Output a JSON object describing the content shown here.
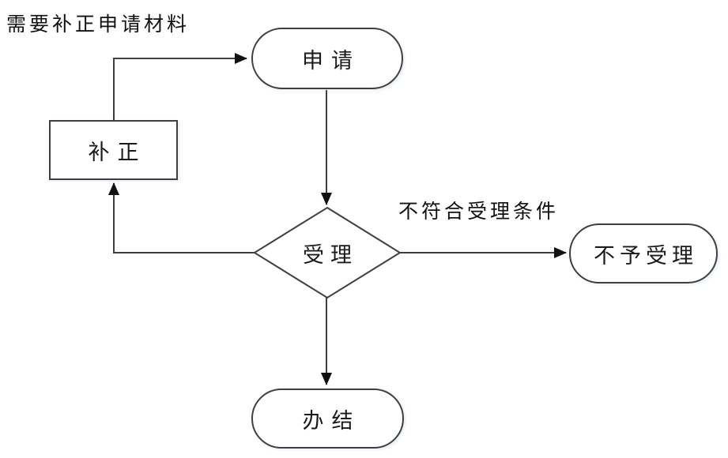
{
  "diagram": {
    "type": "flowchart",
    "background": "#ffffff",
    "line_color": "#3f3f3f",
    "arrow_color": "#111111",
    "text_color": "#1a1a1a",
    "nodes": [
      {
        "id": "apply",
        "shape": "terminator",
        "label": "申请"
      },
      {
        "id": "supplement",
        "shape": "process",
        "label": "补正"
      },
      {
        "id": "accept",
        "shape": "decision",
        "label": "受理"
      },
      {
        "id": "reject",
        "shape": "terminator",
        "label": "不予受理"
      },
      {
        "id": "complete",
        "shape": "terminator",
        "label": "办结"
      }
    ],
    "annotations": [
      {
        "id": "supplement-note",
        "text": "需要补正申请材料"
      },
      {
        "id": "reject-note",
        "text": "不符合受理条件"
      }
    ],
    "edges": [
      {
        "from": "supplement",
        "to": "apply",
        "label": "需要补正申请材料"
      },
      {
        "from": "apply",
        "to": "accept",
        "label": ""
      },
      {
        "from": "accept",
        "to": "supplement",
        "label": ""
      },
      {
        "from": "accept",
        "to": "reject",
        "label": "不符合受理条件"
      },
      {
        "from": "accept",
        "to": "complete",
        "label": ""
      }
    ]
  }
}
